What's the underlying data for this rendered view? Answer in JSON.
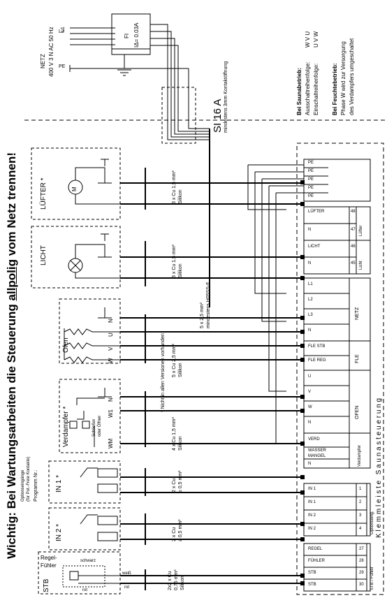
{
  "warning": {
    "prefix": "Wichtig: Bei Wartungsarbeiten die Steuerung ",
    "emph": "allpolig",
    "suffix": " vom Netz trennen!"
  },
  "network": {
    "title": "NETZ",
    "voltage": "400 V 3 N AC 50 Hz",
    "lines": [
      "L1",
      "L2",
      "L3",
      "N",
      "PE"
    ],
    "fi_label": "FI",
    "fi_rating": "IΔ= 0.03A",
    "fuse": "SI 16 A",
    "fuse_note": "mindestens 3mm Kontaktöffnung"
  },
  "notes": {
    "sauna_title": "Bei Saunabetrieb:",
    "aus": "Ausschaltreihenfolge:",
    "ein": "Einschaltreihenfolge:",
    "aus_seq": "W V U",
    "ein_seq": "U V W",
    "feucht_title": "Bei Feuchtebetrieb:",
    "feucht_line1": "Phase W wird zur Versorgung",
    "feucht_line2": "des Verdampfers umgeschaltet"
  },
  "devices": {
    "luefter": "LÜFTER *",
    "licht": "LICHT",
    "ofen": "Ofen",
    "ofen_terms": [
      "N",
      "U",
      "V",
      "W"
    ],
    "verdampfer": "Verdampfer *",
    "verd_terms": [
      "N",
      "W1",
      "WM"
    ],
    "schliesser": "Schließer",
    "oder": "oder Öffner",
    "optionen1": "Optionseingänge",
    "optionen2": "(für Pot.-Freie Kontakte)",
    "programm": "Programm Nr.:",
    "in1": "IN 1 *",
    "in2": "IN 2 *",
    "stb": "STB",
    "regel": "Regel-",
    "fuehler": "Fühler",
    "schwarz": "schwarz",
    "weiss": "weiß",
    "rot1": "rot",
    "rot2": "rot",
    "footnote": "* Nicht in allen Versionen vorhanden"
  },
  "cables": {
    "luefter": [
      "3 x Cu 1,5 mm²",
      "Silikon"
    ],
    "licht": [
      "3 x Cu 1,5 mm²",
      "Silikon"
    ],
    "netz": [
      "5 x 2,5 mm²",
      "mindestens H05SS-F"
    ],
    "ofen": [
      "5 x Cu 2,5 mm²",
      "Silikon"
    ],
    "verd": [
      "4 x Cu 1,5 mm²",
      "Silikon"
    ],
    "in1": [
      "2 x Cu",
      "≥ 0,5 mm²"
    ],
    "in2": [
      "2 x Cu",
      "≥ 0,5 mm²"
    ],
    "stb": [
      "2x2 x Cu",
      "0,75 mm²",
      "Silikon"
    ]
  },
  "terminals": {
    "pe": [
      "PE",
      "PE",
      "PE",
      "PE",
      "PE"
    ],
    "luefter": [
      "LÜFTER",
      "N"
    ],
    "luefter_nums": [
      "48",
      "47"
    ],
    "luefter_group": "Lüfter",
    "licht": [
      "LICHT",
      "N"
    ],
    "licht_nums": [
      "46",
      "45"
    ],
    "licht_group": "Licht",
    "netz": [
      "L1",
      "L2",
      "L3",
      "N"
    ],
    "netz_group": "NETZ",
    "fle": [
      "FLE STB",
      "FLE REG"
    ],
    "fle_group": "FLE",
    "ofen": [
      "U",
      "V",
      "W",
      "N"
    ],
    "ofen_group": "OFEN",
    "verd": [
      "VERD",
      "WASSER",
      "MANGEL",
      "N"
    ],
    "verd_group": "Verdampfer",
    "opt": [
      "IN 1",
      "IN 1",
      "IN 2",
      "IN 2"
    ],
    "opt_nums": [
      "1",
      "2",
      "3",
      "4"
    ],
    "opt_group": "Optionseing.",
    "stb": [
      "REGEL",
      "FÜHLER",
      "STB",
      "STB"
    ],
    "stb_nums": [
      "27",
      "28",
      "29",
      "30"
    ],
    "stb_group": "STB / Fühler",
    "block_title": "K l e m m l e i s t e   S a u n a s t e u e r u n g"
  }
}
